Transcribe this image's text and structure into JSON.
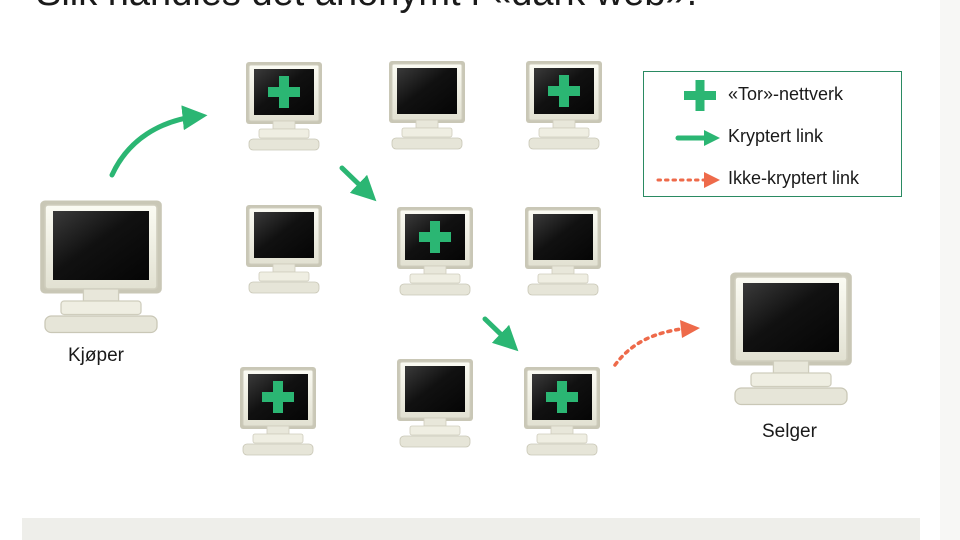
{
  "title": "Slik handles det anonymt i «dark web».",
  "labels": {
    "buyer": "Kjøper",
    "seller": "Selger"
  },
  "legend": {
    "tor": "«Tor»-nettverk",
    "encrypted": "Kryptert link",
    "unencrypted": "Ikke-kryptert link"
  },
  "colors": {
    "tor_plus": "#2bb673",
    "encrypted_arrow": "#2bb673",
    "unencrypted_arrow": "#ee6a4a",
    "legend_border": "#2a8a62",
    "screen": "#111111",
    "monitor_body": "#f4f3e8"
  },
  "icons": [
    "computer-icon",
    "plus-icon",
    "arrow-icon",
    "dotted-arrow-icon"
  ]
}
